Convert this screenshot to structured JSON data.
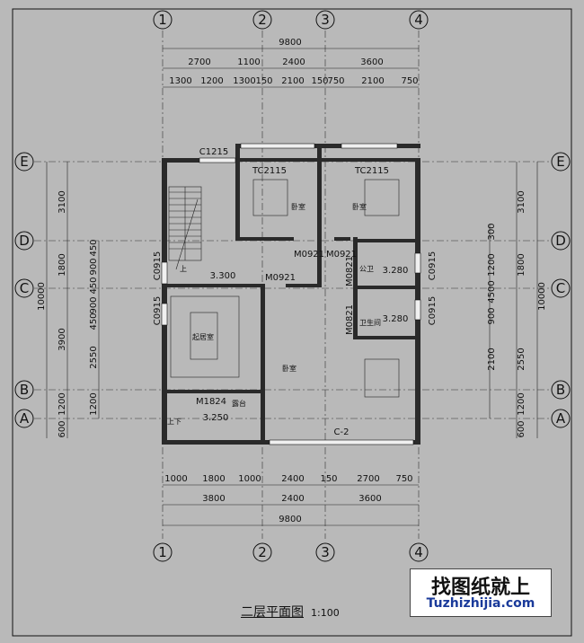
{
  "axes": {
    "numbers": [
      "1",
      "2",
      "3",
      "4"
    ],
    "letters": [
      "E",
      "D",
      "C",
      "B",
      "A"
    ]
  },
  "dims": {
    "top_total": "9800",
    "top_row2": [
      "2700",
      "1100",
      "2400",
      "3600"
    ],
    "top_row3": [
      "1300",
      "1200",
      "1300",
      "150",
      "2100",
      "150",
      "750",
      "2100",
      "750"
    ],
    "bottom_row1": [
      "1000",
      "1800",
      "1000",
      "2400",
      "150",
      "2700",
      "750"
    ],
    "bottom_row2": [
      "3800",
      "2400",
      "3600"
    ],
    "bottom_total": "9800",
    "left_outer": [
      "3100",
      "1800",
      "3900",
      "1200",
      "600"
    ],
    "left_total": "10000",
    "left_inner": [
      "450",
      "900",
      "450",
      "900",
      "450",
      "2550",
      "1200"
    ],
    "right_outer": [
      "3100",
      "1200",
      "1800",
      "2550",
      "1200",
      "600"
    ],
    "right_total": "10000",
    "right_inner": [
      "300",
      "4500",
      "900",
      "2100"
    ]
  },
  "labels": {
    "c1215": "C1215",
    "tc2115_a": "TC2115",
    "tc2115_b": "TC2115",
    "bedroom_a": "卧室",
    "bedroom_b": "卧室",
    "bedroom_c": "卧室",
    "m0921_a": "M0921",
    "m0921_b": "M0921",
    "m0921_c": "M0921",
    "m0821_a": "M0821",
    "m0821_b": "M0821",
    "c0915_a": "C0915",
    "c0915_b": "C0915",
    "c0915_c": "C0915",
    "c0915_d": "C0915",
    "up": "上",
    "elev_3300": "3.300",
    "elev_3280_a": "3.280",
    "elev_3280_b": "3.280",
    "elev_3250": "3.250",
    "public_wc": "公卫",
    "bathroom": "卫生间",
    "living": "起居室",
    "m1824": "M1824",
    "terrace": "露台",
    "c2": "C-2",
    "shangxia": "上下"
  },
  "caption": {
    "title": "二层平面图",
    "scale": "1:100"
  },
  "brand": {
    "name": "找图纸就上",
    "url": "Tuzhizhijia.com"
  }
}
